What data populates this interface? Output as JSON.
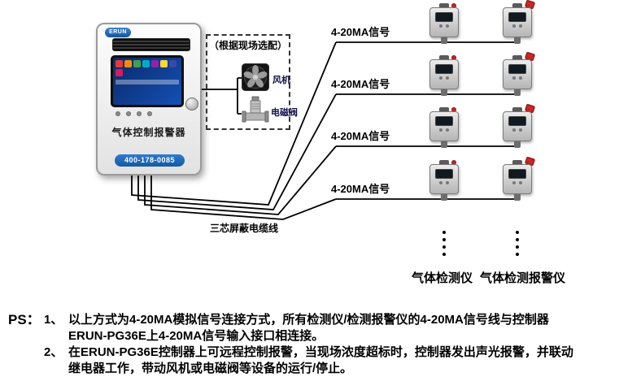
{
  "controller": {
    "brand": "ERUN",
    "name": "气体控制报警器",
    "hotline": "400-178-0085"
  },
  "optional_box": {
    "title": "（根据现场选配）",
    "fan_label": "风机",
    "valve_label": "电磁阀"
  },
  "labels": {
    "signal": "4-20MA信号",
    "cable": "三芯屏蔽电缆线",
    "detector_column": "气体检测仪",
    "alarm_detector_column": "气体检测报警仪"
  },
  "notes": {
    "prefix": "PS：",
    "items": [
      {
        "num": "1、",
        "lines": [
          "以上方式为4-20MA模拟信号连接方式，所有检测仪/检测报警仪的4-20MA信号线与控制器",
          "ERUN-PG36E上4-20MA信号输入接口相连接。"
        ]
      },
      {
        "num": "2、",
        "lines": [
          "在ERUN-PG36E控制器上可远程控制报警，当现场浓度超标时，控制器发出声光报警，并联动",
          "继电器工作，带动风机或电磁阀等设备的运行/停止。"
        ]
      }
    ]
  },
  "colors": {
    "wire": "#000000",
    "alarm_red": "#c62828",
    "hotline_blue": "#1565c0"
  }
}
